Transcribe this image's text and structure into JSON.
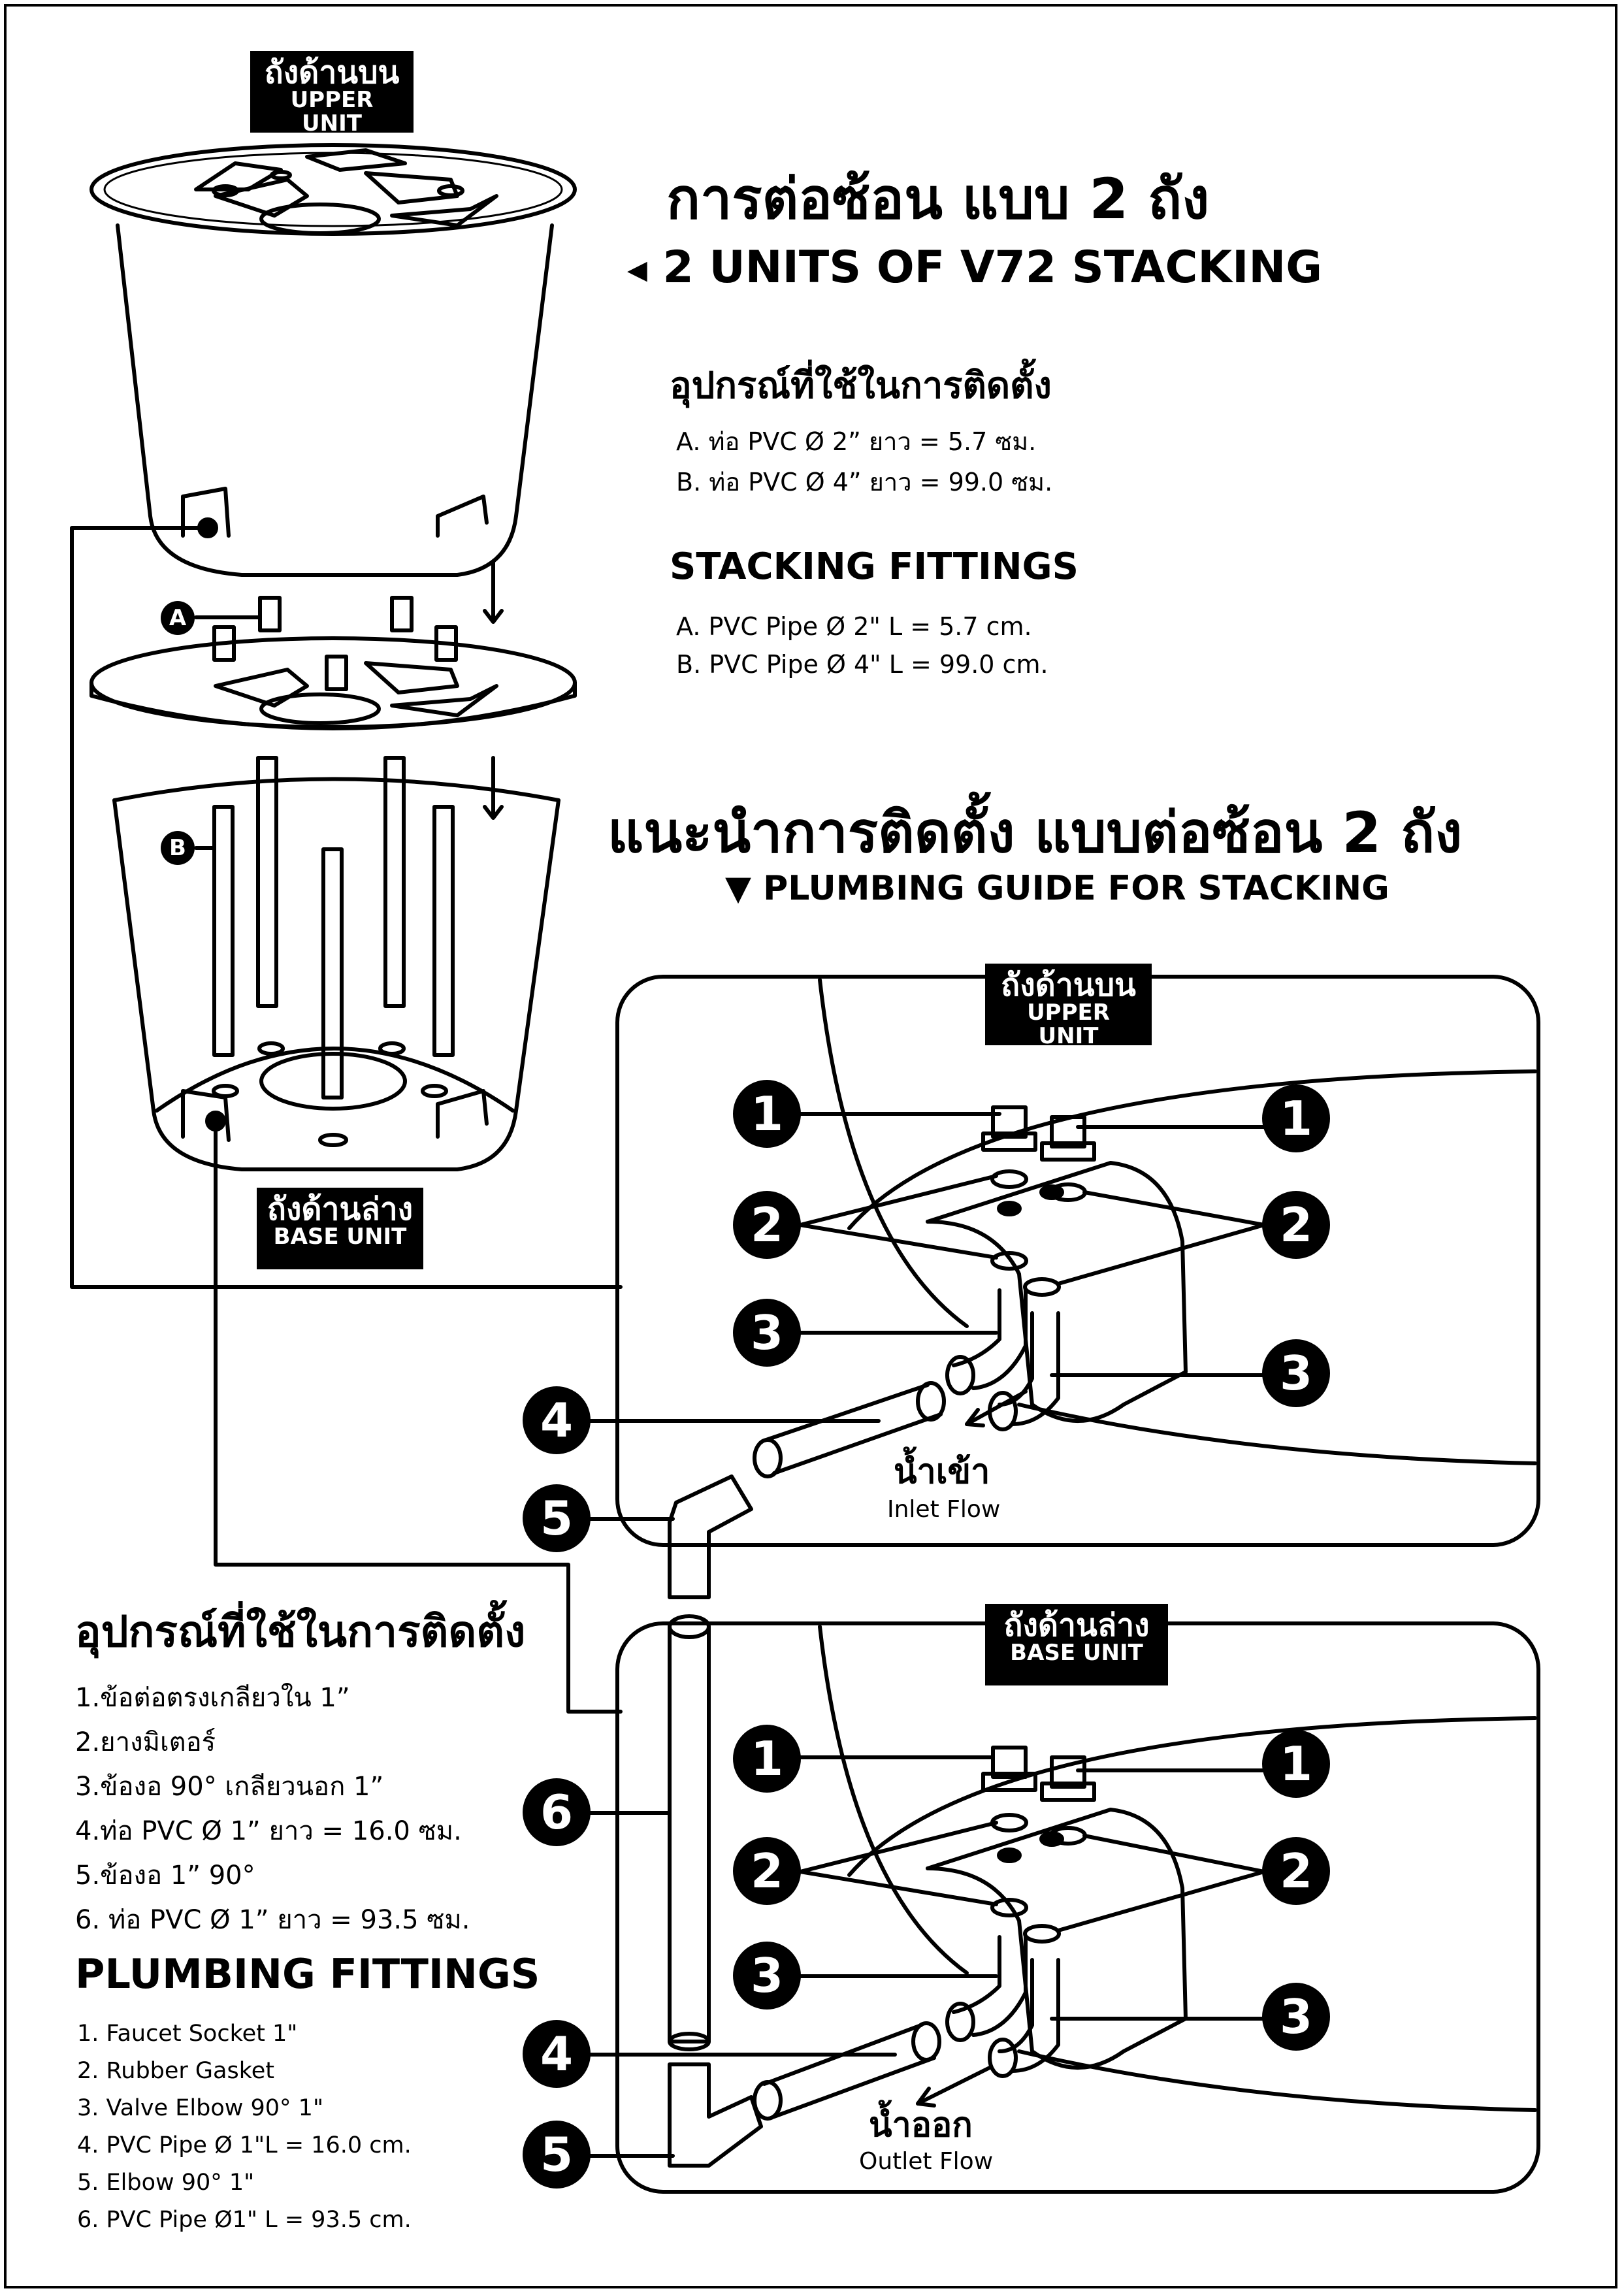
{
  "labels": {
    "upper_top": {
      "th": "ถังด้านบน",
      "en": "UPPER UNIT"
    },
    "base_left": {
      "th": "ถังด้านล่าง",
      "en": "BASE UNIT"
    },
    "upper_panel": {
      "th": "ถังด้านบน",
      "en": "UPPER UNIT"
    },
    "base_panel": {
      "th": "ถังด้านล่าง",
      "en": "BASE UNIT"
    }
  },
  "stacking": {
    "title_th": "การต่อซ้อน แบบ 2 ถัง",
    "title_en": "2 UNITS OF V72 STACKING",
    "equip_th_heading": "อุปกรณ์ที่ใช้ในการติดตั้ง",
    "equip_th_items": [
      "A. ท่อ PVC Ø 2” ยาว = 5.7 ซม.",
      "B. ท่อ PVC Ø 4” ยาว = 99.0 ซม."
    ],
    "fittings_heading": "STACKING FITTINGS",
    "fittings_items": [
      "A. PVC Pipe Ø 2\" L = 5.7 cm.",
      "B. PVC Pipe Ø 4\" L = 99.0 cm."
    ]
  },
  "plumbing": {
    "title_th": "แนะนำการติดตั้ง แบบต่อซ้อน 2 ถัง",
    "title_en": "▼ PLUMBING GUIDE FOR STACKING",
    "equip_th_heading": "อุปกรณ์ที่ใช้ในการติดตั้ง",
    "equip_th_items": [
      "1.ข้อต่อตรงเกลียวใน 1”",
      "2.ยางมิเตอร์",
      "3.ข้องอ 90° เกลียวนอก 1”",
      "4.ท่อ PVC Ø 1” ยาว = 16.0 ซม.",
      "5.ข้องอ 1” 90°",
      "6. ท่อ PVC Ø 1” ยาว = 93.5 ซม."
    ],
    "fittings_heading": "PLUMBING FITTINGS",
    "fittings_items": [
      "1. Faucet Socket 1\"",
      "2. Rubber Gasket",
      "3. Valve Elbow 90° 1\"",
      "4. PVC Pipe Ø 1\"L = 16.0 cm.",
      "5. Elbow 90° 1\"",
      "6. PVC Pipe Ø1\" L = 93.5 cm."
    ]
  },
  "flows": {
    "inlet_th": "น้ำเข้า",
    "inlet_en": "Inlet Flow",
    "outlet_th": "น้ำออก",
    "outlet_en": "Outlet Flow"
  },
  "callouts": {
    "letters": [
      "A",
      "B"
    ],
    "numbers": [
      "1",
      "2",
      "3",
      "4",
      "5",
      "6"
    ]
  }
}
